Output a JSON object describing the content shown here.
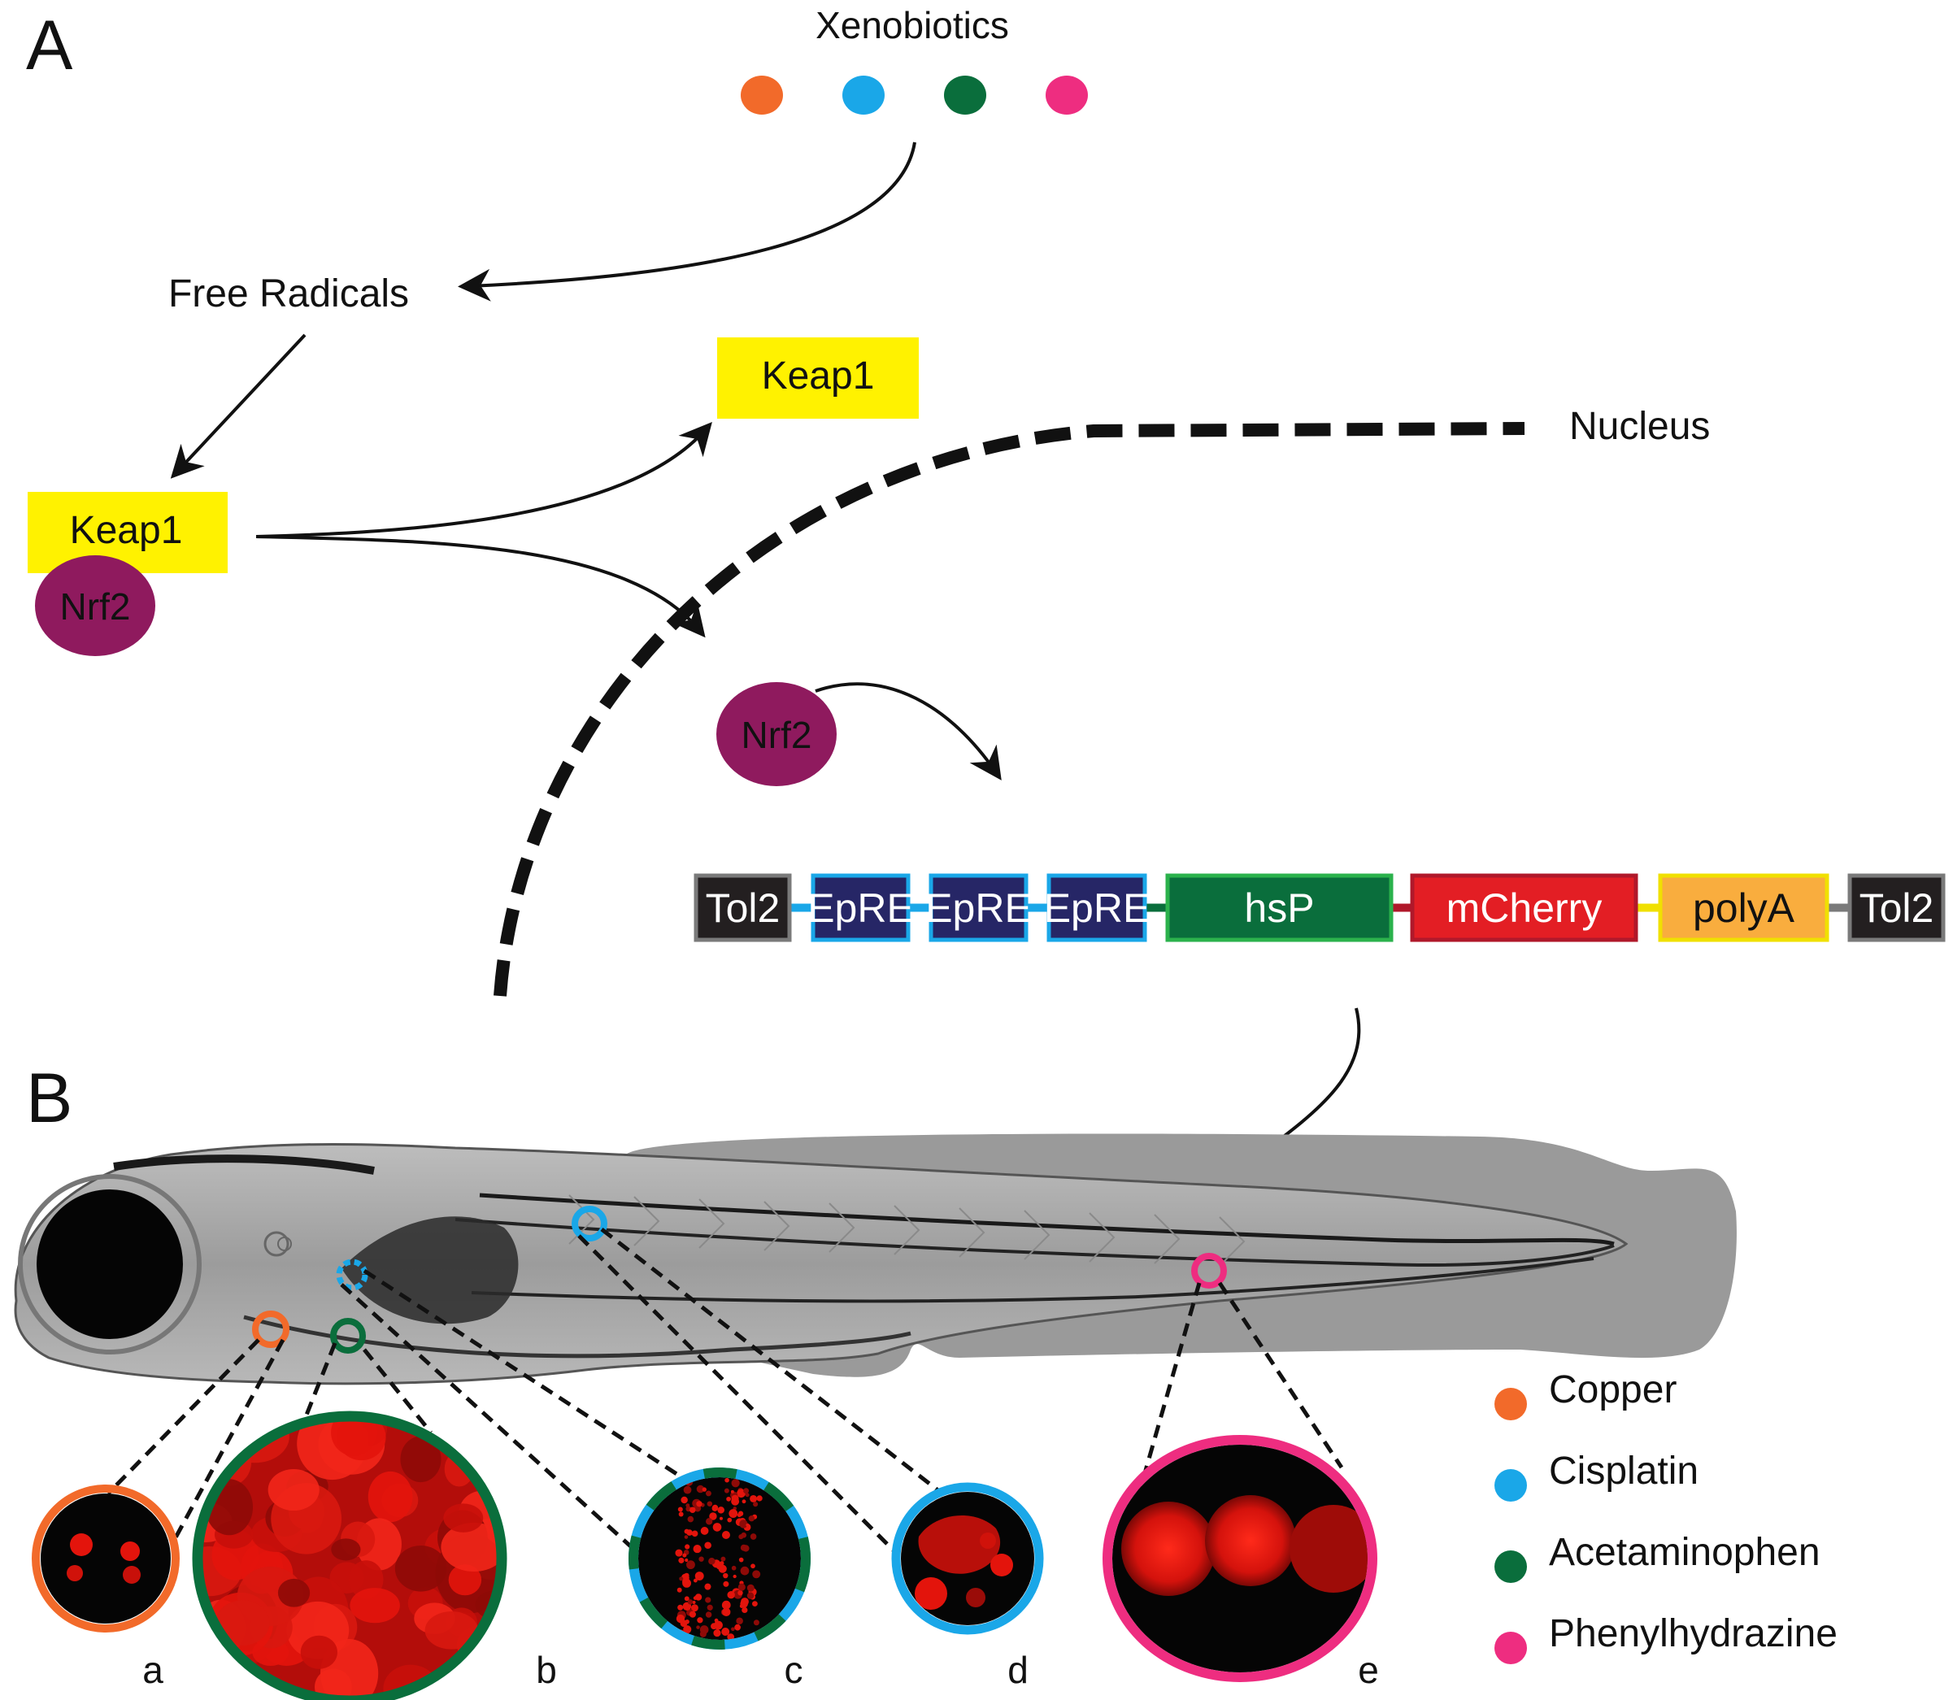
{
  "panel_a": {
    "letter": "A",
    "xenobiotics_label": "Xenobiotics",
    "xenobiotic_dot_colors": [
      "#f26a2a",
      "#1aa7e8",
      "#0a6e3c",
      "#ee2d80"
    ],
    "free_radicals_label": "Free Radicals",
    "keap1_bound_label": "Keap1",
    "nrf2_bound_label": "Nrf2",
    "keap1_released_label": "Keap1",
    "nrf2_free_label": "Nrf2",
    "nucleus_label": "Nucleus"
  },
  "construct": {
    "segments": [
      {
        "label": "Tol2",
        "fill": "#231f20",
        "border": "#7a7a7a"
      },
      {
        "label": "EpRE",
        "fill": "#262666",
        "border": "#1aa7e8"
      },
      {
        "label": "EpRE",
        "fill": "#262666",
        "border": "#1aa7e8"
      },
      {
        "label": "EpRE",
        "fill": "#262666",
        "border": "#1aa7e8"
      },
      {
        "label": "hsP",
        "fill": "#0a6e3c",
        "border": "#2bb24c"
      },
      {
        "label": "mCherry",
        "fill": "#e31e24",
        "border": "#b0182a"
      },
      {
        "label": "polyA",
        "fill": "#f9ad3e",
        "border": "#f0e000"
      },
      {
        "label": "Tol2",
        "fill": "#231f20",
        "border": "#7a7a7a"
      }
    ],
    "connector_colors": [
      "#1aa7e8",
      "#1aa7e8",
      "#1aa7e8",
      "#0a6e3c",
      "#b0182a",
      "#f0e000",
      "#7a7a7a"
    ]
  },
  "panel_b": {
    "letter": "B",
    "insets": [
      {
        "label": "a",
        "ring": "#f26a2a"
      },
      {
        "label": "b",
        "ring": "#0a6e3c"
      },
      {
        "label": "c",
        "ring": "#1aa7e8",
        "ring2": "#0a6e3c"
      },
      {
        "label": "d",
        "ring": "#1aa7e8"
      },
      {
        "label": "e",
        "ring": "#ee2d80"
      }
    ],
    "legend": [
      {
        "label": "Copper",
        "color": "#f26a2a"
      },
      {
        "label": "Cisplatin",
        "color": "#1aa7e8"
      },
      {
        "label": "Acetaminophen",
        "color": "#0a6e3c"
      },
      {
        "label": "Phenylhydrazine",
        "color": "#ee2d80"
      }
    ]
  }
}
